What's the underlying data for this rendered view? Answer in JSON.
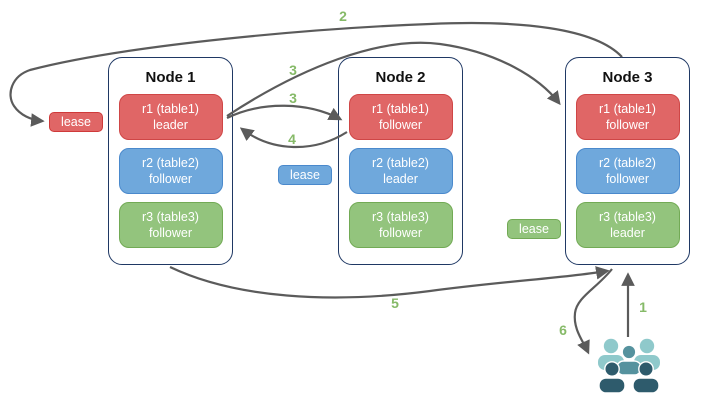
{
  "diagram": {
    "nodes": [
      {
        "title": "Node 1",
        "replicas": [
          {
            "name": "r1 (table1)",
            "role": "leader",
            "color": "red"
          },
          {
            "name": "r2 (table2)",
            "role": "follower",
            "color": "blue"
          },
          {
            "name": "r3 (table3)",
            "role": "follower",
            "color": "green"
          }
        ]
      },
      {
        "title": "Node 2",
        "replicas": [
          {
            "name": "r1 (table1)",
            "role": "follower",
            "color": "red"
          },
          {
            "name": "r2 (table2)",
            "role": "leader",
            "color": "blue"
          },
          {
            "name": "r3 (table3)",
            "role": "follower",
            "color": "green"
          }
        ]
      },
      {
        "title": "Node 3",
        "replicas": [
          {
            "name": "r1 (table1)",
            "role": "follower",
            "color": "red"
          },
          {
            "name": "r2 (table2)",
            "role": "follower",
            "color": "blue"
          },
          {
            "name": "r3 (table3)",
            "role": "leader",
            "color": "green"
          }
        ]
      }
    ],
    "leases": [
      {
        "label": "lease",
        "color": "red"
      },
      {
        "label": "lease",
        "color": "blue"
      },
      {
        "label": "lease",
        "color": "green"
      }
    ],
    "step_labels": {
      "s1": "1",
      "s2": "2",
      "s3a": "3",
      "s3b": "3",
      "s4": "4",
      "s5": "5",
      "s6": "6"
    },
    "icons": {
      "users": "users-icon"
    }
  },
  "colors": {
    "replica_red": "#e06666",
    "replica_red_border": "#cf4646",
    "replica_blue": "#6fa8dc",
    "replica_blue_border": "#4a89cc",
    "replica_green": "#93c47d",
    "replica_green_border": "#72aa55",
    "node_border": "#1f3864",
    "arrow": "#5b5b5b",
    "step_label": "#86ba68",
    "users_light": "#8fc9cb",
    "users_mid": "#55929e",
    "users_dark": "#2e5b6c"
  }
}
